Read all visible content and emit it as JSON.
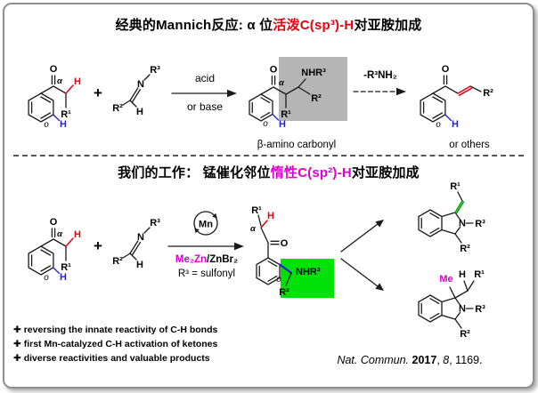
{
  "colors": {
    "red": "#e8000d",
    "blue": "#2222cc",
    "magenta": "#e100d2",
    "greenBox": "#00e206",
    "greenBond": "#00a000",
    "grayBox": "#b5b5b5",
    "border": "#8f8f8f"
  },
  "section1": {
    "title": {
      "pre": "经典的Mannich反应: α 位",
      "highlight": "活泼C(sp³)-H",
      "post": "对亚胺加成"
    },
    "plus": "+",
    "arrow_top": "acid",
    "arrow_bottom": "or base",
    "product_caption": "β-amino carbonyl",
    "dashed_arrow_label": "-R³NH₂",
    "others_caption": "or others"
  },
  "section2": {
    "title": {
      "pre": "我们的工作： 锰催化邻位",
      "highlight": "惰性C(sp²)-H",
      "post": "对亚胺加成"
    },
    "plus": "+",
    "catalyst": "Mn",
    "reagent_main": "Me₂Zn",
    "reagent_rest": "/ZnBr₂",
    "condition": "R³ = sulfonyl"
  },
  "atoms": {
    "O": "O",
    "N": "N",
    "H": "H",
    "alpha": "α",
    "ortho": "o",
    "R1": "R¹",
    "R2": "R²",
    "R3": "R³",
    "NHR3": "NHR³",
    "Me": "Me"
  },
  "bullets": [
    "✚ reversing the innate reactivity of C-H bonds",
    "✚ first Mn-catalyzed C-H activation of ketones",
    "✚ diverse reactivities and valuable products"
  ],
  "citation": {
    "journal": "Nat. Commun.",
    "year": " 2017",
    "sep": ", ",
    "volume": "8",
    "tail": ", 1169."
  }
}
